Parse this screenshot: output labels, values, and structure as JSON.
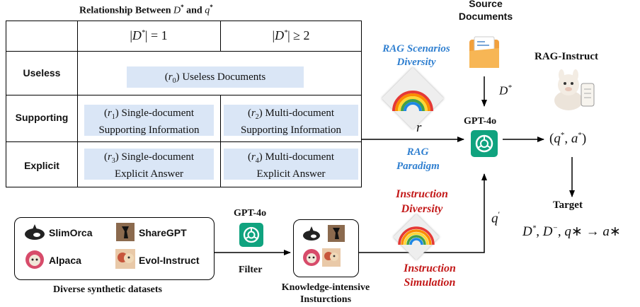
{
  "table": {
    "title": "Relationship Between D* and q*",
    "col_headers": [
      "|D*| = 1",
      "|D*| ≥ 2"
    ],
    "rows": [
      {
        "label": "Useless",
        "cells": [
          "(r0) Useless Documents"
        ]
      },
      {
        "label": "Supporting",
        "cells": [
          "(r1) Single-document Supporting Information",
          "(r2) Multi-document Supporting Information"
        ]
      },
      {
        "label": "Explicit",
        "cells": [
          "(r3) Single-document Explicit Answer",
          "(r4) Multi-document Explicit Answer"
        ]
      }
    ],
    "cell_lines": {
      "r0": [
        "(r",
        "0",
        ") Useless Documents"
      ],
      "r1": [
        "Single-document",
        "Supporting Information"
      ],
      "r2": [
        "Multi-document",
        "Supporting Information"
      ],
      "r3": [
        "Single-document",
        "Explicit Answer"
      ],
      "r4": [
        "Multi-document",
        "Explicit Answer"
      ]
    }
  },
  "source_docs": {
    "line1": "Source",
    "line2": "Documents"
  },
  "rag_scenarios": {
    "line1": "RAG Scenarios",
    "line2": "Diversity"
  },
  "rag_paradigm": {
    "line1": "RAG",
    "line2": "Paradigm"
  },
  "instruction_diversity": {
    "line1": "Instruction",
    "line2": "Diversity"
  },
  "instruction_simulation": {
    "line1": "Instruction",
    "line2": "Simulation"
  },
  "rag_instruct_title": "RAG-Instruct",
  "gpt4o_top": "GPT-4o",
  "gpt4o_bottom": "GPT-4o",
  "filter_label": "Filter",
  "labels": {
    "d_star": "D*",
    "r": "r",
    "q_prime": "q′",
    "output": "(q*, a*)"
  },
  "target": {
    "title": "Target",
    "formula": "D*, D⁻, q* → a*"
  },
  "datasets": {
    "items": [
      "SlimOrca",
      "ShareGPT",
      "Alpaca",
      "Evol-Instruct"
    ],
    "caption": "Diverse synthetic datasets"
  },
  "knowledge": {
    "line1": "Knowledge-intensive",
    "line2": "Insturctions"
  },
  "colors": {
    "cell_bg": "#dae6f6",
    "blue_text": "#2f7fd0",
    "red_text": "#c31919",
    "gpt_green": "#10a37f"
  }
}
